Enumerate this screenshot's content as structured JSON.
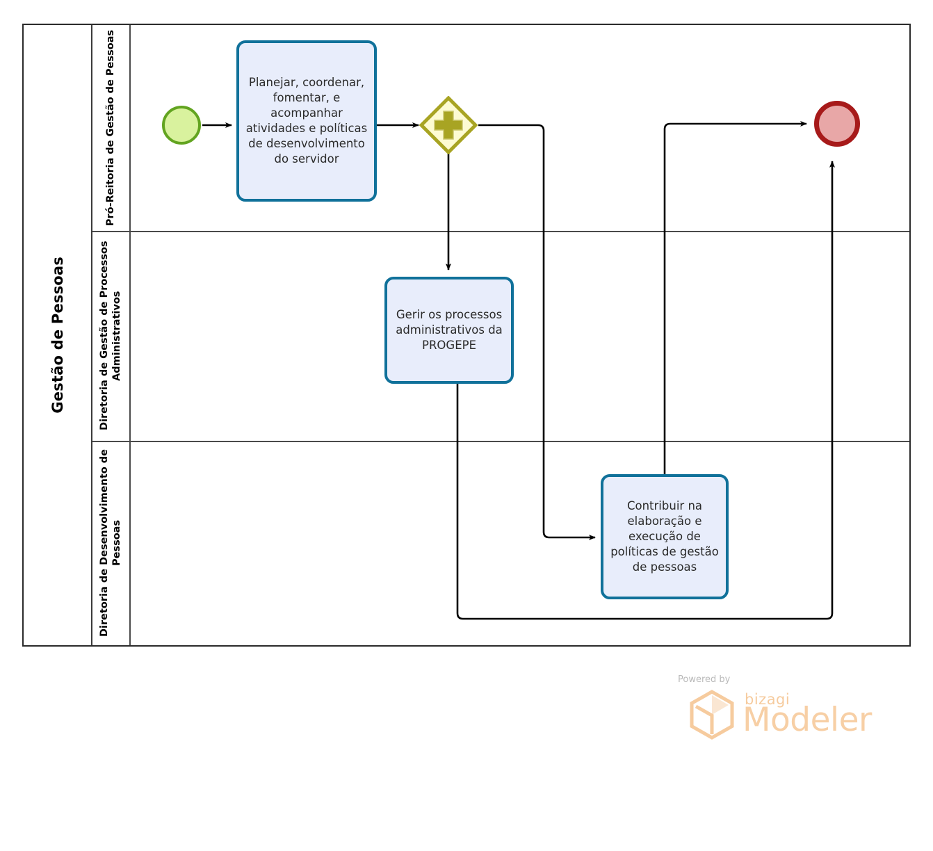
{
  "diagram": {
    "type": "bpmn-process",
    "pool": {
      "name": "Gestão de Pessoas",
      "lanes": [
        {
          "id": "lane-1",
          "name": "Pró-Reitoria de Gestão de Pessoas"
        },
        {
          "id": "lane-2",
          "name": "Diretoria de Gestão de Processos Administrativos"
        },
        {
          "id": "lane-3",
          "name": "Diretoria de Desenvolvimento de Pessoas"
        }
      ]
    },
    "nodes": [
      {
        "id": "start-event",
        "kind": "start-event",
        "lane": "lane-1",
        "label": "",
        "colors": {
          "stroke": "#62a420",
          "fill": "#d9f29e"
        }
      },
      {
        "id": "task-planejar",
        "kind": "task",
        "lane": "lane-1",
        "label": "Planejar, coordenar, fomentar, e acompanhar atividades e políticas de desenvolvimento do servidor",
        "colors": {
          "stroke": "#10719a",
          "fill": "#e8edfb"
        }
      },
      {
        "id": "parallel-gateway",
        "kind": "parallel-gateway",
        "lane": "lane-1",
        "label": "",
        "marker": "plus-icon",
        "colors": {
          "stroke": "#a8a423",
          "fill": "#fdfbd2",
          "marker": "#a8a423"
        }
      },
      {
        "id": "end-event",
        "kind": "end-event",
        "lane": "lane-1",
        "label": "",
        "colors": {
          "stroke": "#a71a1a",
          "fill": "#e8a7a7"
        }
      },
      {
        "id": "task-gerir",
        "kind": "task",
        "lane": "lane-2",
        "label": "Gerir os processos administrativos da PROGEPE",
        "colors": {
          "stroke": "#10719a",
          "fill": "#e8edfb"
        }
      },
      {
        "id": "task-contribuir",
        "kind": "task",
        "lane": "lane-3",
        "label": "Contribuir na elaboração e execução de políticas de gestão de pessoas",
        "colors": {
          "stroke": "#10719a",
          "fill": "#e8edfb"
        }
      }
    ],
    "flows": [
      {
        "id": "flow-1",
        "from": "start-event",
        "to": "task-planejar",
        "label": ""
      },
      {
        "id": "flow-2",
        "from": "task-planejar",
        "to": "parallel-gateway",
        "label": ""
      },
      {
        "id": "flow-3",
        "from": "parallel-gateway",
        "to": "task-gerir",
        "label": ""
      },
      {
        "id": "flow-4",
        "from": "parallel-gateway",
        "to": "task-contribuir",
        "label": ""
      },
      {
        "id": "flow-5",
        "from": "task-contribuir",
        "to": "end-event",
        "label": ""
      },
      {
        "id": "flow-6",
        "from": "task-gerir",
        "to": "end-event",
        "label": ""
      }
    ]
  },
  "footer": {
    "powered_by": "Powered by",
    "brand": "bizagi",
    "product": "Modeler",
    "color": "#f7cfa5"
  }
}
